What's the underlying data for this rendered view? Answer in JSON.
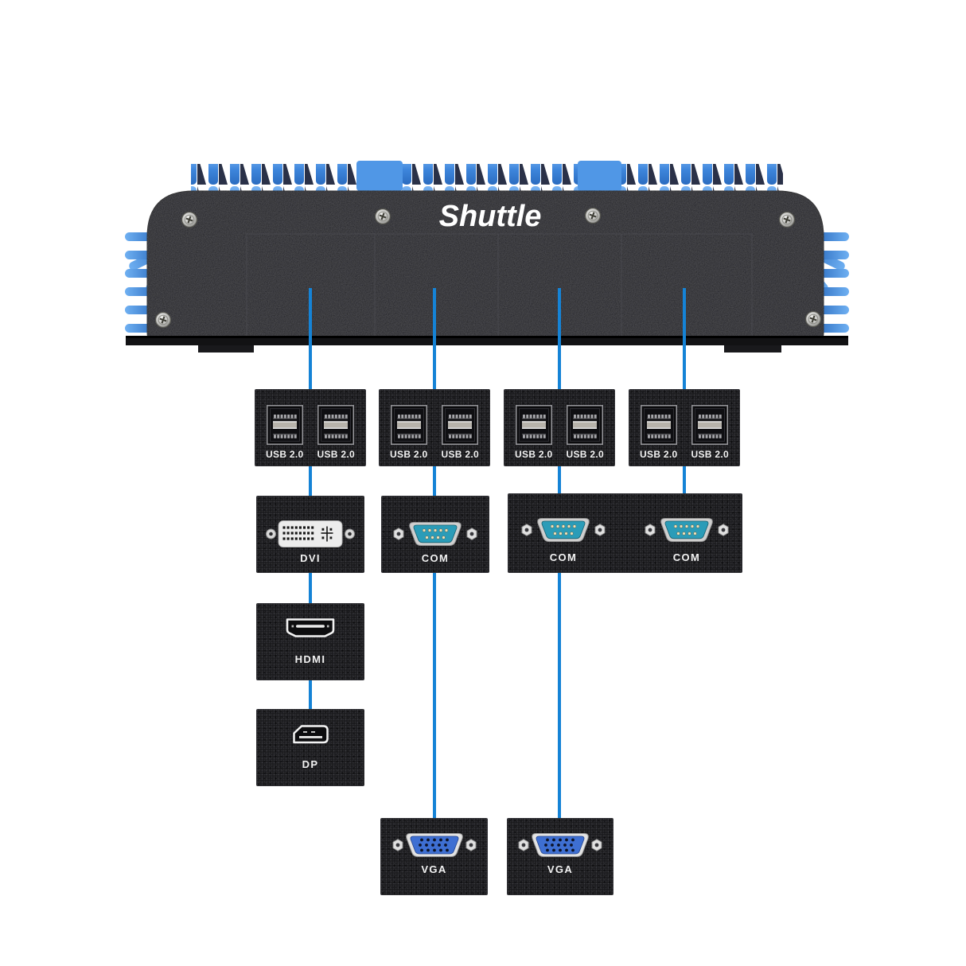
{
  "device": {
    "brand": "Shuttle"
  },
  "port_labels": {
    "usb": "USB 2.0",
    "dvi": "DVI",
    "com": "COM",
    "hdmi": "HDMI",
    "dp": "DP",
    "vga": "VGA"
  },
  "colors": {
    "connector_line": "#1583d6",
    "heatsink_blue": "#3e86dc",
    "heatsink_light_block": "#5097e6",
    "chassis_black": "#1d1d20",
    "com_face_teal": "#2b9cb8",
    "vga_face_blue": "#3e6fd2",
    "dvi_face_white": "#ececec",
    "label_white": "#f2f2f2"
  },
  "layout_hint": {
    "columns": 4,
    "column_1_chain": [
      "USB 2.0 x2",
      "DVI",
      "HDMI",
      "DP"
    ],
    "column_2_chain": [
      "USB 2.0 x2",
      "COM",
      "VGA"
    ],
    "column_3_chain": [
      "USB 2.0 x2",
      "COM",
      "VGA"
    ],
    "column_4_chain": [
      "USB 2.0 x2",
      "COM"
    ]
  }
}
